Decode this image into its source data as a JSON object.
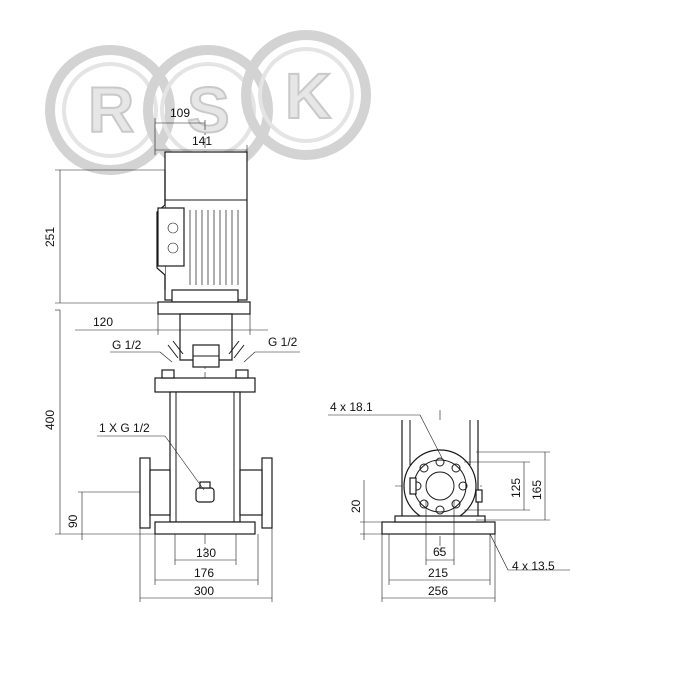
{
  "watermark": {
    "letters": [
      "R",
      "S",
      "K"
    ]
  },
  "front_view": {
    "dim_motor_width_top": "109",
    "dim_motor_width": "141",
    "dim_motor_height": "251",
    "dim_coupling_width": "120",
    "label_port_left": "G 1/2",
    "label_port_right": "G 1/2",
    "dim_pump_height": "400",
    "label_drain": "1 X G 1/2",
    "dim_port_height": "90",
    "dim_base_inner": "130",
    "dim_base_mid": "176",
    "dim_base_total": "300"
  },
  "side_view": {
    "label_holes_flange": "4 x 18.1",
    "dim_flange_inner": "125",
    "dim_flange_outer": "165",
    "dim_base_height": "20",
    "dim_bore": "65",
    "label_holes_base": "4 x 13.5",
    "dim_base_inner": "215",
    "dim_base_total": "256"
  },
  "colors": {
    "line": "#1a1a1a",
    "watermark": "#d3d3d3"
  }
}
